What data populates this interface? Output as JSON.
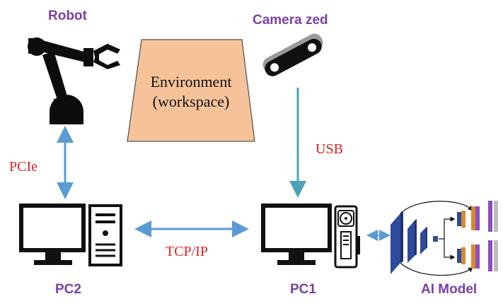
{
  "labels": {
    "robot": "Robot",
    "camera": "Camera zed",
    "environment_line1": "Environment",
    "environment_line2": "(workspace)",
    "usb": "USB",
    "pcie": "PCIe",
    "tcpip": "TCP/IP",
    "pc2": "PC2",
    "pc1": "PC1",
    "ai_model": "AI Model"
  },
  "colors": {
    "label_purple": "#7a3fa8",
    "link_red": "#e02020",
    "arrow_blue": "#5b9bd5",
    "usb_arrow_teal": "#4aa3b8",
    "environment_fill": "#f5c29a",
    "model_layer_blue": "#2f4a9a",
    "model_layer_orange": "#d8892e",
    "model_layer_purple": "#8b4fc0",
    "model_layer_gray": "#bdbdbd"
  },
  "icons": {
    "robot": "robot-arm-icon",
    "camera": "stereo-camera-icon",
    "pc2": "desktop-computer-icon",
    "pc1": "desktop-computer-icon",
    "gpu": "graphics-card-icon",
    "ai_model": "neural-network-icon"
  }
}
